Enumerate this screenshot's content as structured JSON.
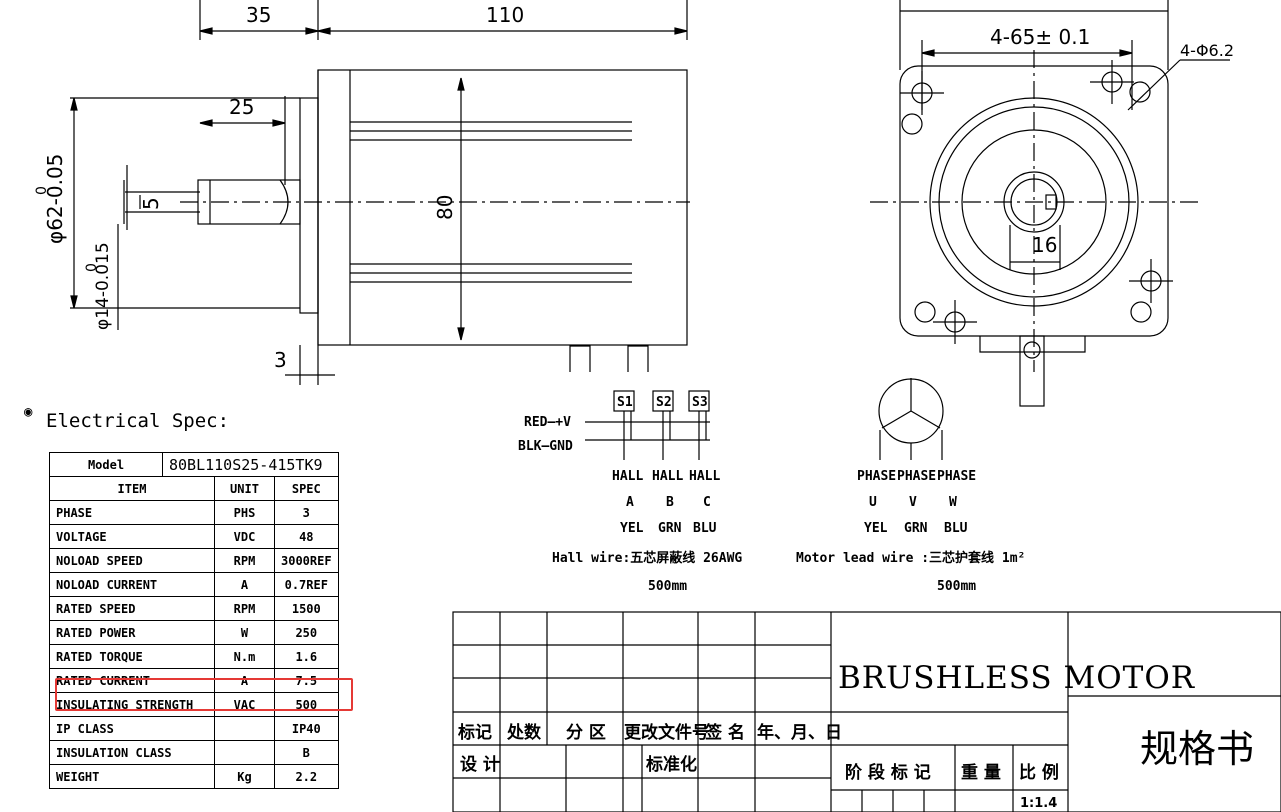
{
  "dimensions": {
    "d35": "35",
    "d110": "110",
    "d25": "25",
    "d5": "5",
    "d80": "80",
    "d3": "3",
    "phi62": "φ62-0.05",
    "phi62_upper": "0",
    "phi14": "φ14-0.015",
    "phi14_upper": "0",
    "holes_spacing": "4-65± 0.1",
    "holes_dia": "4-Φ6.2",
    "key16": "16"
  },
  "wiring": {
    "red": "RED—+V",
    "blk": "BLK—GND",
    "sensors": [
      "S1",
      "S2",
      "S3"
    ],
    "hall_labels": [
      "HALL",
      "HALL",
      "HALL"
    ],
    "hall_letters": [
      "A",
      "B",
      "C"
    ],
    "hall_colors": [
      "YEL",
      "GRN",
      "BLU"
    ],
    "hall_wire": "Hall wire:五芯屏蔽线 26AWG",
    "hall_len": "500mm",
    "phase_labels": [
      "PHASE",
      "PHASE",
      "PHASE"
    ],
    "phase_letters": [
      "U",
      "V",
      "W"
    ],
    "phase_colors": [
      "YEL",
      "GRN",
      "BLU"
    ],
    "motor_wire": "Motor lead wire :三芯护套线 1m²",
    "motor_len": "500mm"
  },
  "spec": {
    "heading": "Electrical Spec:",
    "model_label": "Model",
    "model_value": "80BL110S25-415TK9",
    "columns": [
      "ITEM",
      "UNIT",
      "SPEC"
    ],
    "rows": [
      [
        "PHASE",
        "PHS",
        "3"
      ],
      [
        "VOLTAGE",
        "VDC",
        "48"
      ],
      [
        "NOLOAD SPEED",
        "RPM",
        "3000REF"
      ],
      [
        "NOLOAD CURRENT",
        "A",
        "0.7REF"
      ],
      [
        "RATED SPEED",
        "RPM",
        "1500"
      ],
      [
        "RATED POWER",
        "W",
        "250"
      ],
      [
        "RATED TORQUE",
        "N.m",
        "1.6"
      ],
      [
        "RATED CURRENT",
        "A",
        "7.5"
      ],
      [
        "INSULATING STRENGTH",
        "VAC",
        "500"
      ],
      [
        "IP CLASS",
        "",
        "IP40"
      ],
      [
        "INSULATION CLASS",
        "",
        "B"
      ],
      [
        "WEIGHT",
        "Kg",
        "2.2"
      ]
    ]
  },
  "titleblock": {
    "title": "BRUSHLESS MOTOR",
    "doc": "规格书",
    "rev_headers": [
      "标记",
      "处数",
      "分 区",
      "更改文件号",
      "签 名",
      "年、月、日"
    ],
    "design": "设 计",
    "standard": "标准化",
    "stage": "阶 段 标 记",
    "weight": "重 量",
    "ratio": "比 例",
    "ratio_value": "1:1.4"
  },
  "colors": {
    "highlight": "#e53935",
    "line": "#000000"
  }
}
